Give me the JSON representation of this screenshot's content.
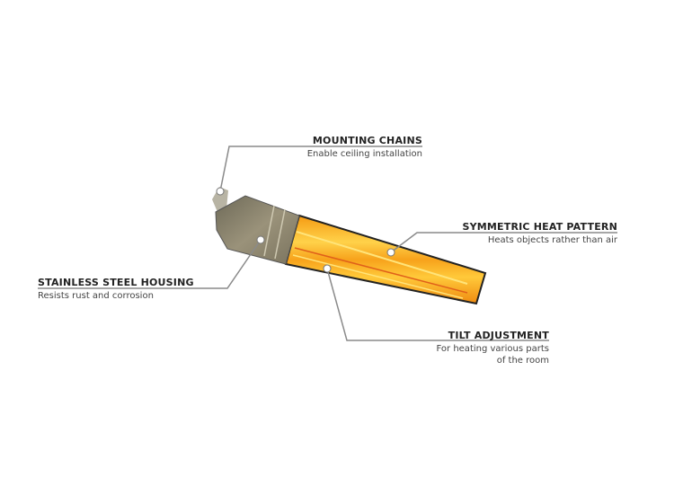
{
  "callouts": [
    {
      "title": "MOUNTING CHAINS",
      "desc": "Enable ceiling installation"
    },
    {
      "title": "SYMMETRIC HEAT PATTERN",
      "desc": "Heats objects rather than air"
    },
    {
      "title": "STAINLESS STEEL HOUSING",
      "desc": "Resists rust and corrosion"
    },
    {
      "title": "TILT ADJUSTMENT",
      "desc": "For heating various parts of the room"
    }
  ],
  "colors": {
    "line": "#8a8a8a",
    "glow": "#f7a21b",
    "housing": "#8c8466"
  }
}
